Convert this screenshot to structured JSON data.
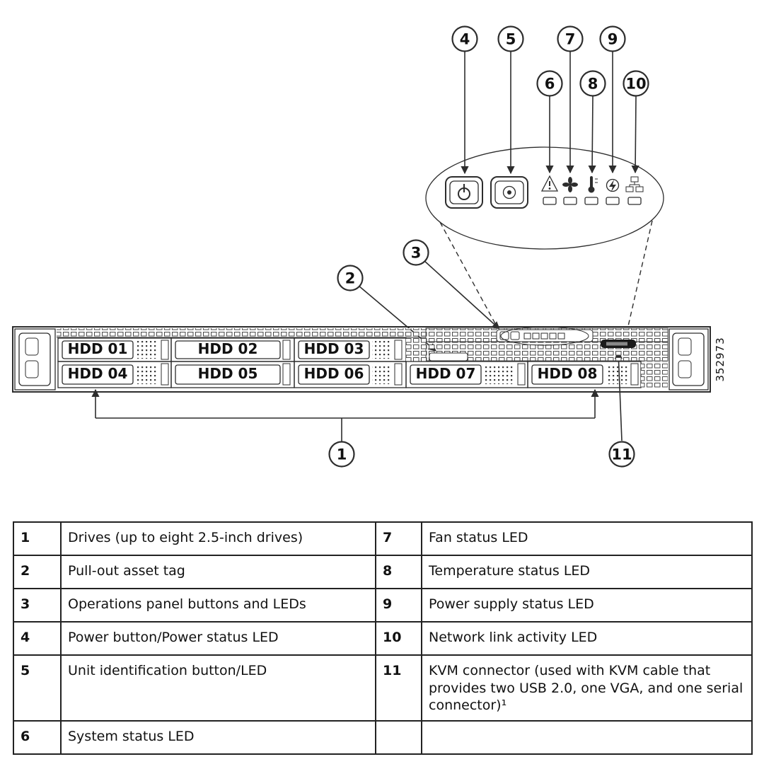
{
  "figure": {
    "id_number": "352973"
  },
  "colors": {
    "ink": "#2d2d2d",
    "background": "#ffffff"
  },
  "callouts": {
    "c1": "1",
    "c2": "2",
    "c3": "3",
    "c4": "4",
    "c5": "5",
    "c6": "6",
    "c7": "7",
    "c8": "8",
    "c9": "9",
    "c10": "10",
    "c11": "11"
  },
  "server": {
    "drives": [
      "HDD 01",
      "HDD 02",
      "HDD 03",
      "HDD 04",
      "HDD 05",
      "HDD 06",
      "HDD 07",
      "HDD 08"
    ]
  },
  "icons": [
    "power-button-icon",
    "unit-id-button-icon",
    "system-status-icon",
    "fan-status-icon",
    "temperature-status-icon",
    "power-supply-status-icon",
    "network-link-icon"
  ],
  "legend": {
    "rows": [
      {
        "num_left": "1",
        "desc_left": "Drives (up to eight 2.5-inch drives)",
        "num_right": "7",
        "desc_right": "Fan status LED"
      },
      {
        "num_left": "2",
        "desc_left": "Pull-out asset tag",
        "num_right": "8",
        "desc_right": "Temperature status LED"
      },
      {
        "num_left": "3",
        "desc_left": "Operations panel buttons and LEDs",
        "num_right": "9",
        "desc_right": "Power supply status LED"
      },
      {
        "num_left": "4",
        "desc_left": "Power button/Power status LED",
        "num_right": "10",
        "desc_right": "Network link activity LED"
      },
      {
        "num_left": "5",
        "desc_left": "Unit identification button/LED",
        "num_right": "11",
        "desc_right": "KVM connector (used with KVM cable that provides two USB 2.0, one VGA, and one serial connector)¹"
      },
      {
        "num_left": "6",
        "desc_left": "System status LED",
        "num_right": "",
        "desc_right": ""
      }
    ]
  }
}
